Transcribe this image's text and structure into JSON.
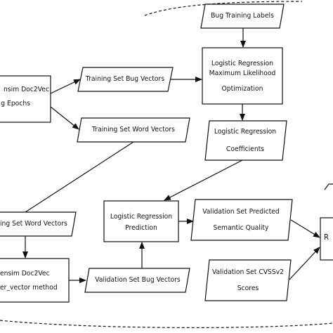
{
  "nodes": {
    "bug_training_labels": "Bug Training Labels",
    "logreg_mle_1": "Logistic Regression",
    "logreg_mle_2": "Maximum Likelihood",
    "logreg_mle_3": "Optimization",
    "gensim_train_1": "nsim Doc2Vec",
    "gensim_train_2": "g Epochs",
    "training_bug_vectors": "Training Set Bug Vectors",
    "training_word_vectors": "Training Set Word Vectors",
    "logreg_coef_1": "Logistic Regression",
    "logreg_coef_2": "Coefficients",
    "set_word_vectors": "ing Set Word Vectors",
    "logreg_pred_1": "Logistic Regression",
    "logreg_pred_2": "Prediction",
    "val_predicted_1": "Validation Set Predicted",
    "val_predicted_2": "Semantic Quality",
    "gensim_infer_1": "ensim Doc2Vec",
    "gensim_infer_2": "er_vector method",
    "val_bug_vectors": "Validation Set Bug Vectors",
    "val_cvss_1": "Validation Set CVSSv2",
    "val_cvss_2": "Scores",
    "right_node": "R"
  },
  "colors": {
    "stroke": "#111111",
    "fill": "#ffffff",
    "text": "#111111"
  }
}
